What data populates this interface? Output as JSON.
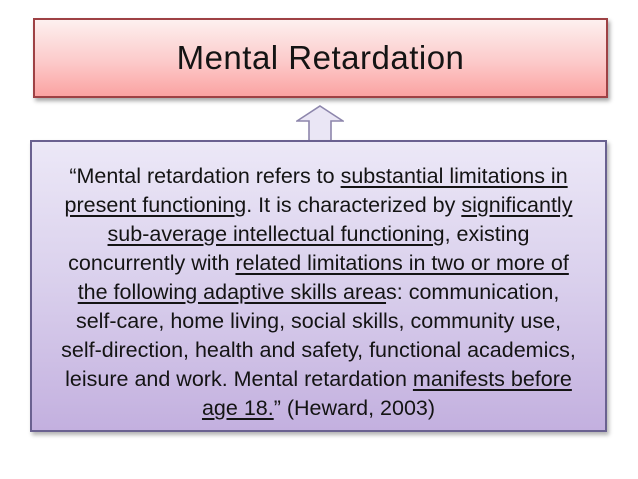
{
  "title": {
    "text": "Mental Retardation",
    "border_color": "#9e4144",
    "gradient_top": "#fdf0ef",
    "gradient_bottom": "#fba3a2",
    "text_color": "#141414"
  },
  "arrow": {
    "direction": "up",
    "fill": "#eae6f5",
    "stroke": "#8d86ac"
  },
  "quote": {
    "border_color": "#6a6190",
    "gradient_top": "#ece8f7",
    "gradient_bottom": "#c3b0df",
    "text_color": "#141414",
    "citation": "(Heward, 2003)",
    "lines": [
      [
        {
          "t": "“Mental retardation refers to ",
          "u": false
        },
        {
          "t": "substantial limitations in",
          "u": true
        }
      ],
      [
        {
          "t": "present functioning",
          "u": true
        },
        {
          "t": ". It is characterized by ",
          "u": false
        },
        {
          "t": "significantly",
          "u": true
        }
      ],
      [
        {
          "t": "sub-average intellectual functioning",
          "u": true
        },
        {
          "t": ", existing",
          "u": false
        }
      ],
      [
        {
          "t": "concurrently with ",
          "u": false
        },
        {
          "t": "related limitations in two or more of",
          "u": true
        }
      ],
      [
        {
          "t": "the following adaptive skills area",
          "u": true
        },
        {
          "t": "s: communication,",
          "u": false
        }
      ],
      [
        {
          "t": "self-care, home living, social skills, community use,",
          "u": false
        }
      ],
      [
        {
          "t": "self-direction, health and safety, functional academics,",
          "u": false
        }
      ],
      [
        {
          "t": "leisure and work. Mental retardation ",
          "u": false
        },
        {
          "t": "manifests before",
          "u": true
        }
      ],
      [
        {
          "t": "age 18.",
          "u": true
        },
        {
          "t": "” (Heward, 2003)",
          "u": false
        }
      ]
    ]
  }
}
